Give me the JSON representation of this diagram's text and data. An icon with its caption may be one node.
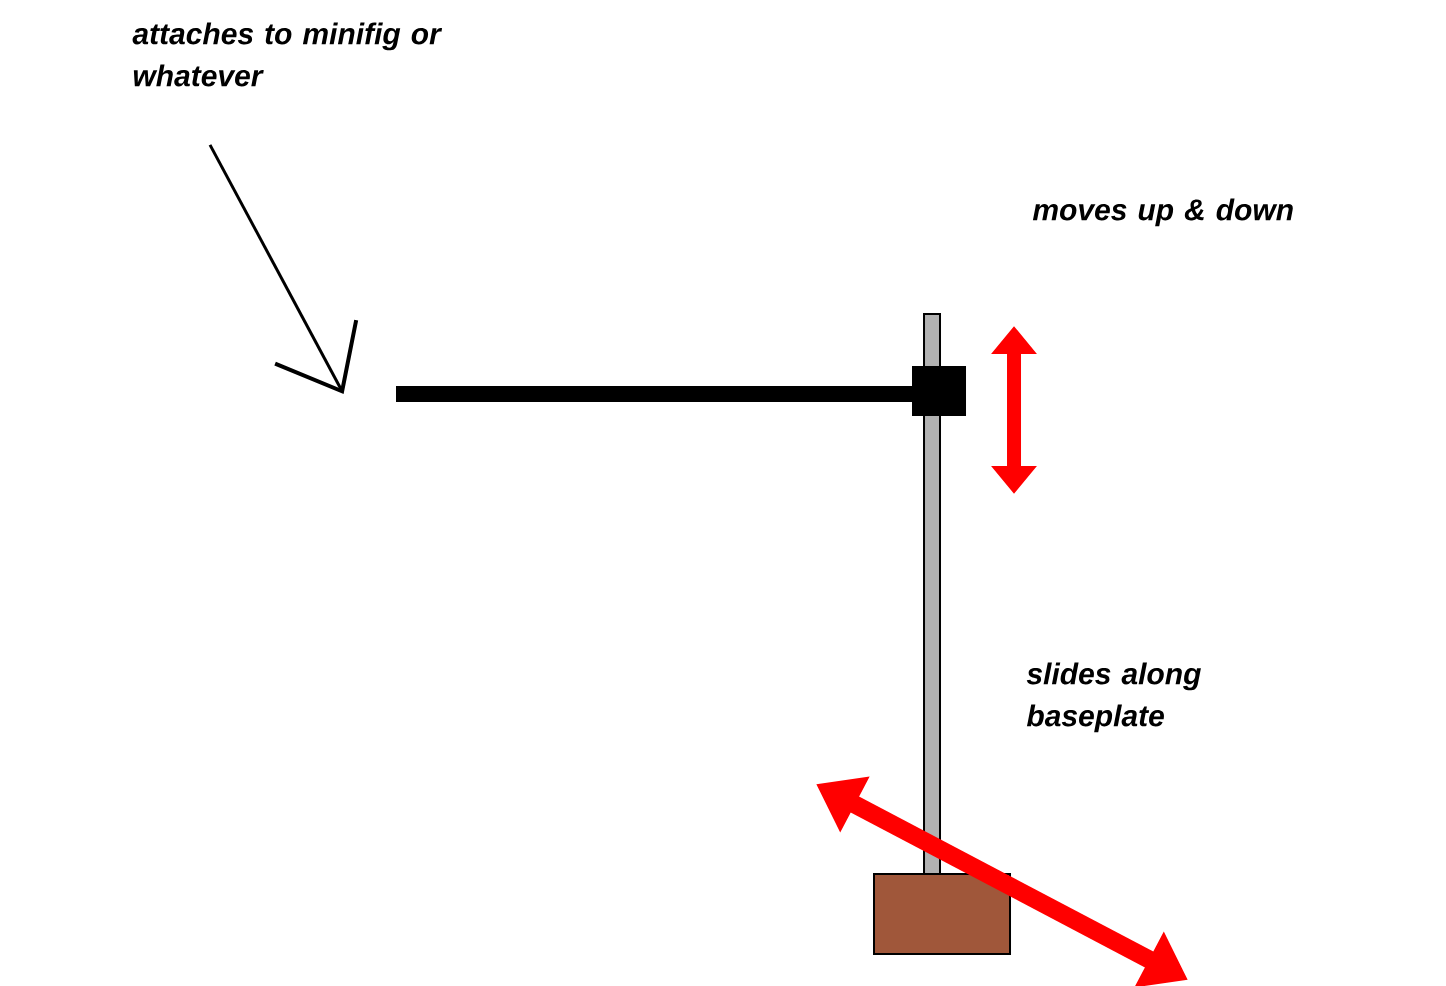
{
  "diagram": {
    "nodes": [
      {
        "text": [
          "attaches to minifig or whatever"
        ]
      },
      {
        "text": [],
        "shape": "bar"
      }
    ],
    "edges": [
      {
        "from": 0,
        "to": 1,
        "arrow": "to"
      }
    ],
    "labels": [
      "moves up & down",
      "slides along baseplate"
    ]
  }
}
